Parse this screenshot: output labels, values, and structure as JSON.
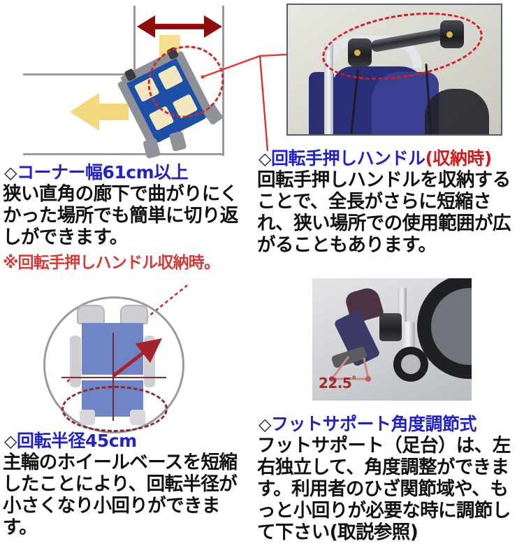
{
  "page": {
    "background": "#ffffff",
    "heading_blue": "#2323c4",
    "heading_red": "#d01c1c",
    "note_red": "#d63a36",
    "body_black": "#121212"
  },
  "sections": {
    "corner_width": {
      "diamond": "◇",
      "heading_main": "コーナー幅61cm以上",
      "body": "狭い直角の廊下で曲がりにくかった場所でも簡単に切り返しができます。",
      "note": "※回転手押しハンドル収納時。"
    },
    "rotating_handle": {
      "diamond": "◇",
      "heading_main": "回転手押しハンドル",
      "heading_sub": "(収納時)",
      "body": "回転手押しハンドルを収納することで、全長がさらに短縮され、狭い場所での使用範囲が広がることもあります。"
    },
    "turning_radius": {
      "diamond": "◇",
      "heading_main": "回転半径45cm",
      "body": "主輪のホイールベースを短縮したことにより、回転半径が小さくなり小回りができます。"
    },
    "foot_support": {
      "diamond": "◇",
      "heading_main": "フットサポート角度調節式",
      "body": "フットサポート（足台）は、左右独立して、角度調整ができます。利用者のひざ関節域や、もっと小回りが必要な時に調節して下さい(取説参照)"
    }
  },
  "figures": {
    "corner_diagram": {
      "name": "corridor-corner-top-view",
      "width_arrow_color": "#8d0d0d",
      "motion_arrow_color": "#f3d87e",
      "wall_color": "#9a9a9a",
      "chair_seat_color": "#1b4fa8",
      "highlight_ellipse_color": "#cf2a2a"
    },
    "handle_photo": {
      "name": "rotating-push-handle-photo",
      "border_color": "#53606e",
      "highlight_ellipse_color": "#d31f1f"
    },
    "radius_diagram": {
      "name": "turning-radius-circle-diagram",
      "circle_color": "#9a9a9a",
      "arrow_color": "#a5232c",
      "dashed_ellipse_color": "#8e2630"
    },
    "footrest_photo": {
      "name": "foot-support-angle-photo",
      "angle_value": "22.5",
      "angle_unit": "°",
      "angle_color": "#9d2d28"
    },
    "connector": {
      "name": "red-callout-connector",
      "color": "#e03030"
    }
  }
}
